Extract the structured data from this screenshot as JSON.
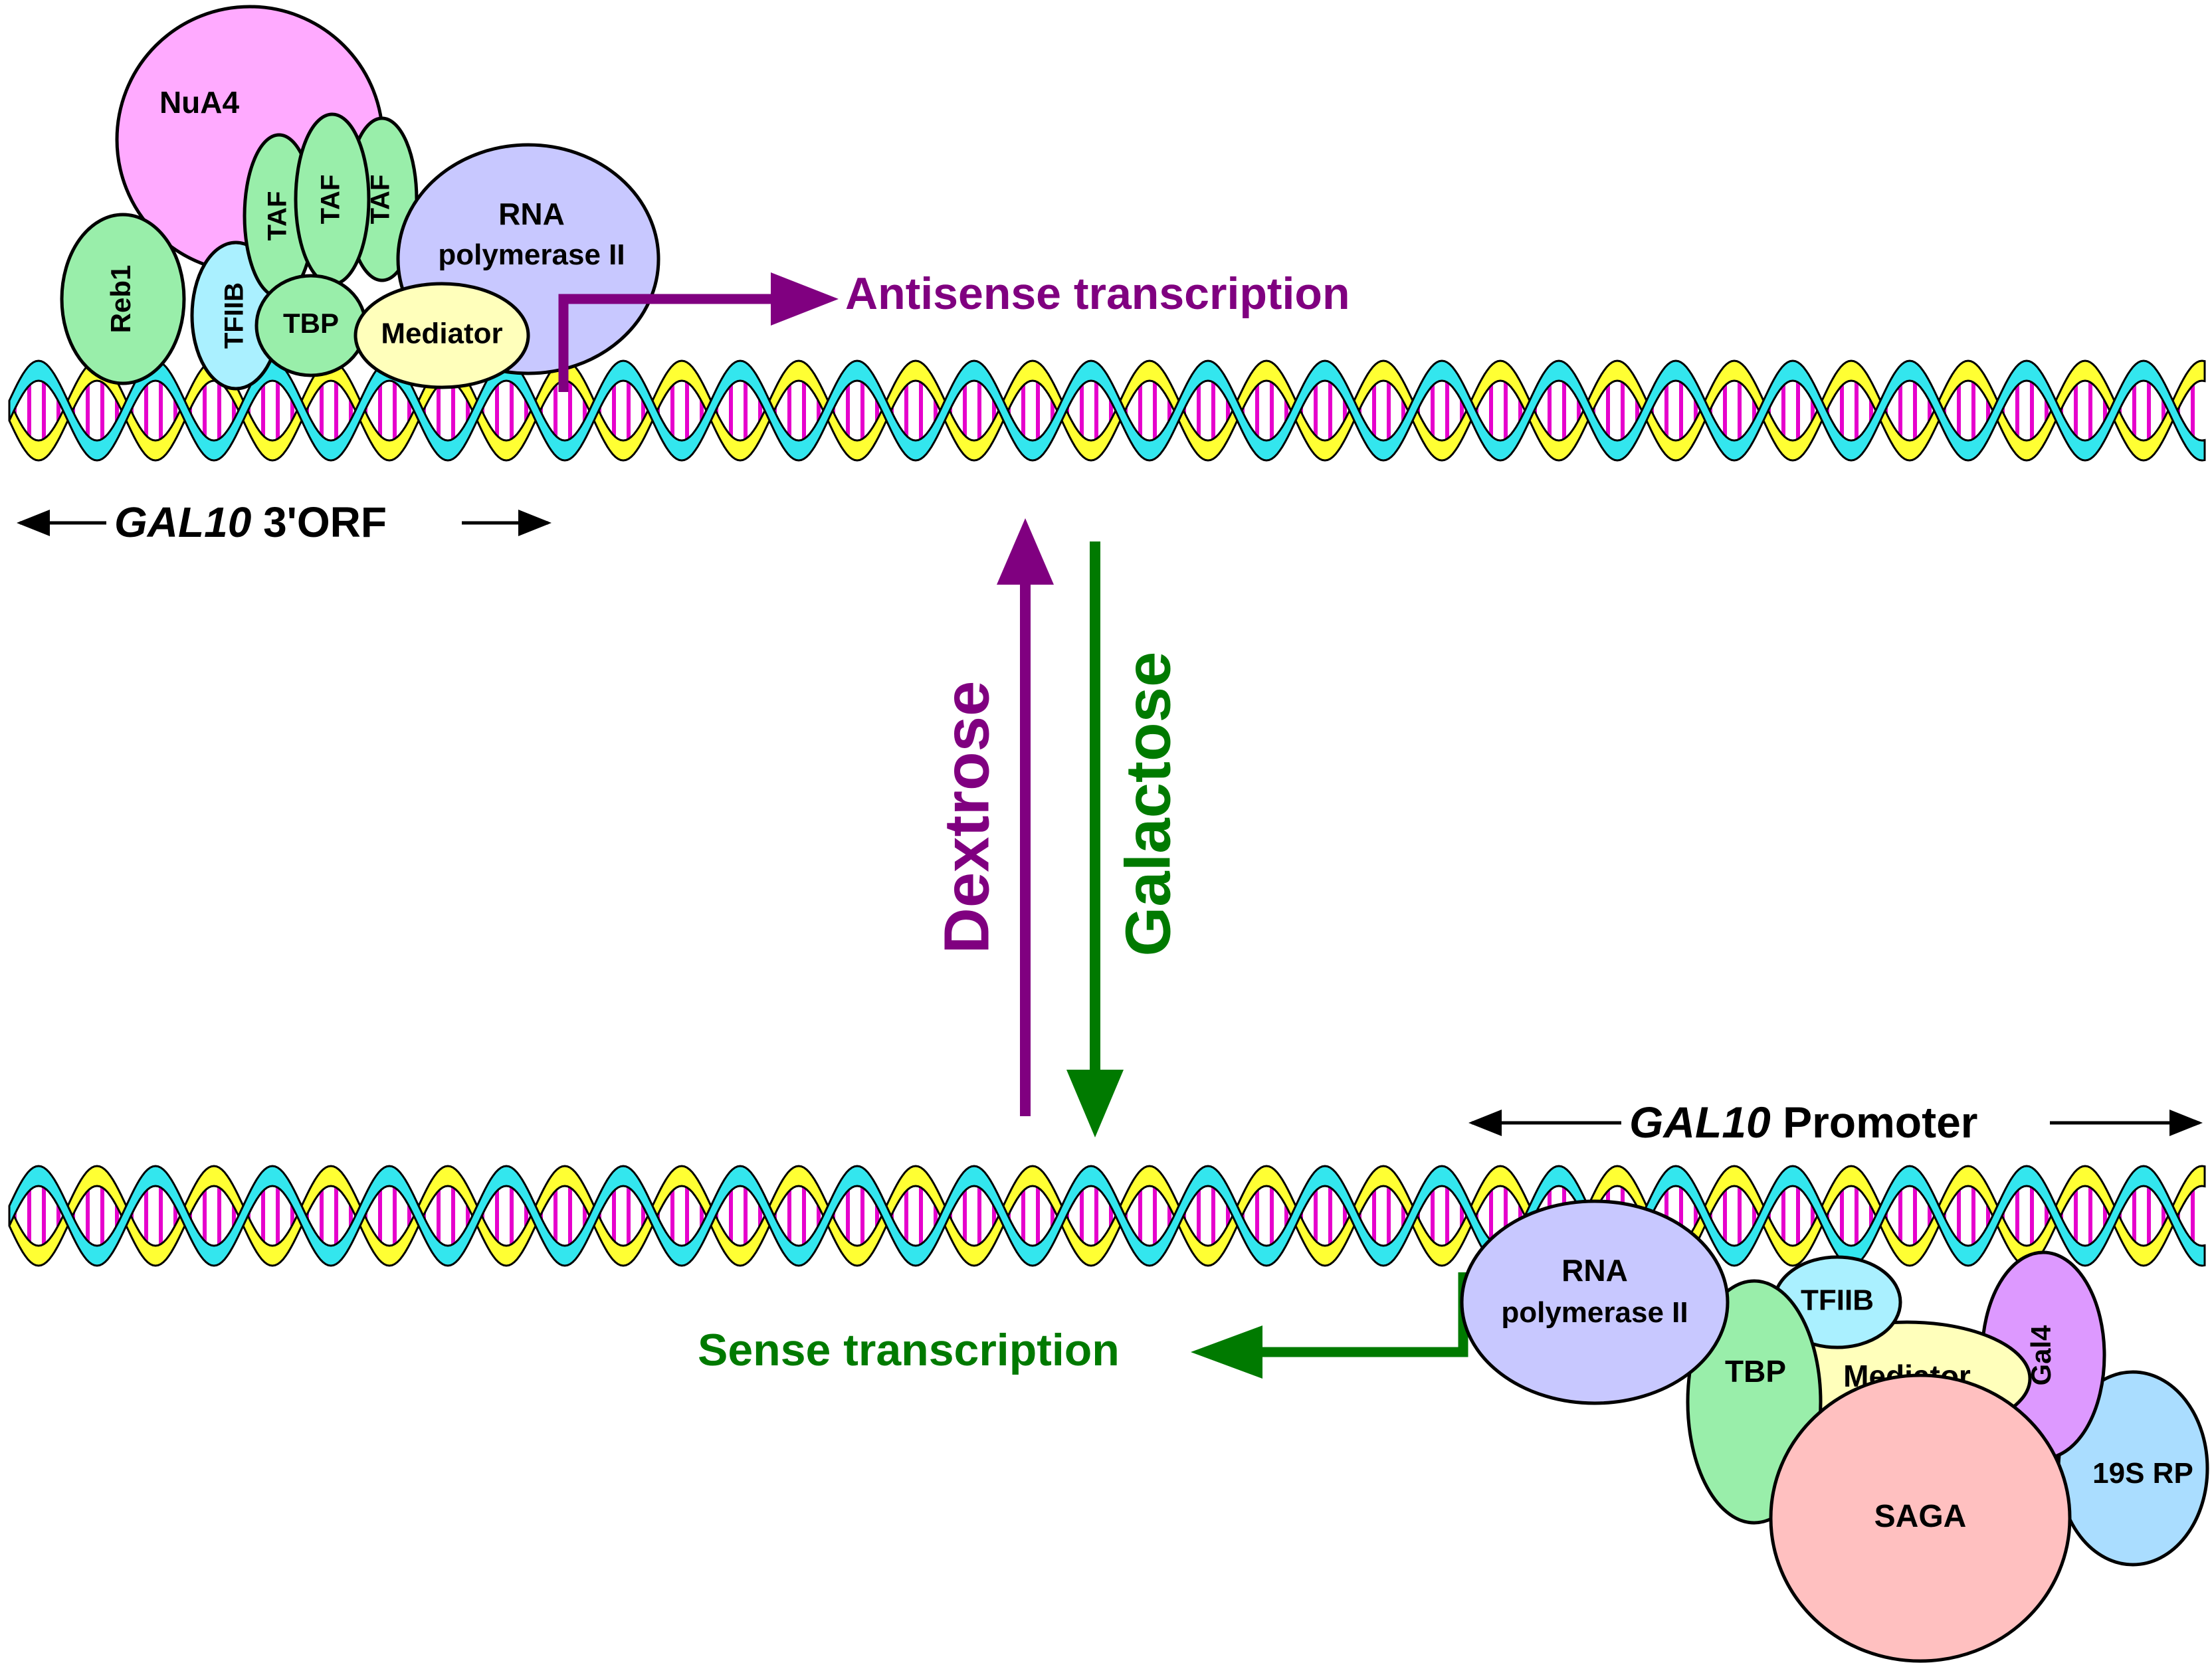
{
  "colors": {
    "strand_yellow": "#ffff33",
    "strand_cyan": "#33e6ee",
    "base_magenta": "#e600cc",
    "outline": "#000000",
    "antisense_purple": "#800080",
    "sense_green": "#007a00"
  },
  "top_region": {
    "label_italic": "GAL10",
    "label_rest": " 3'ORF",
    "transcription_label": "Antisense transcription",
    "proteins": [
      {
        "key": "nua4",
        "label": "NuA4",
        "color": "#ffaaff"
      },
      {
        "key": "reb1",
        "label": "Reb1",
        "color": "#99eeaa"
      },
      {
        "key": "tfiib",
        "label": "TFIIB",
        "color": "#aaf0ff"
      },
      {
        "key": "taf1",
        "label": "TAF",
        "color": "#99eeaa"
      },
      {
        "key": "taf2",
        "label": "TAF",
        "color": "#99eeaa"
      },
      {
        "key": "taf3",
        "label": "TAF",
        "color": "#99eeaa"
      },
      {
        "key": "tbp",
        "label": "TBP",
        "color": "#99eeaa"
      },
      {
        "key": "mediator",
        "label": "Mediator",
        "color": "#ffffbb"
      },
      {
        "key": "rnapol",
        "label_line1": "RNA",
        "label_line2": "polymerase II",
        "color": "#c8c8ff"
      }
    ]
  },
  "conditions": {
    "up_label": "Dextrose",
    "down_label": "Galactose"
  },
  "bottom_region": {
    "label_italic": "GAL10",
    "label_rest": " Promoter",
    "transcription_label": "Sense transcription",
    "proteins": [
      {
        "key": "rnapol",
        "label_line1": "RNA",
        "label_line2": "polymerase II",
        "color": "#c8c8ff"
      },
      {
        "key": "tfiib",
        "label": "TFIIB",
        "color": "#aaf0ff"
      },
      {
        "key": "tbp",
        "label": "TBP",
        "color": "#99eeaa"
      },
      {
        "key": "mediator",
        "label": "Mediator",
        "color": "#ffffbb"
      },
      {
        "key": "gal4",
        "label": "Gal4",
        "color": "#dd99ff"
      },
      {
        "key": "rp19s",
        "label": "19S RP",
        "color": "#aaddff"
      },
      {
        "key": "saga",
        "label": "SAGA",
        "color": "#ffc0c0"
      }
    ]
  }
}
